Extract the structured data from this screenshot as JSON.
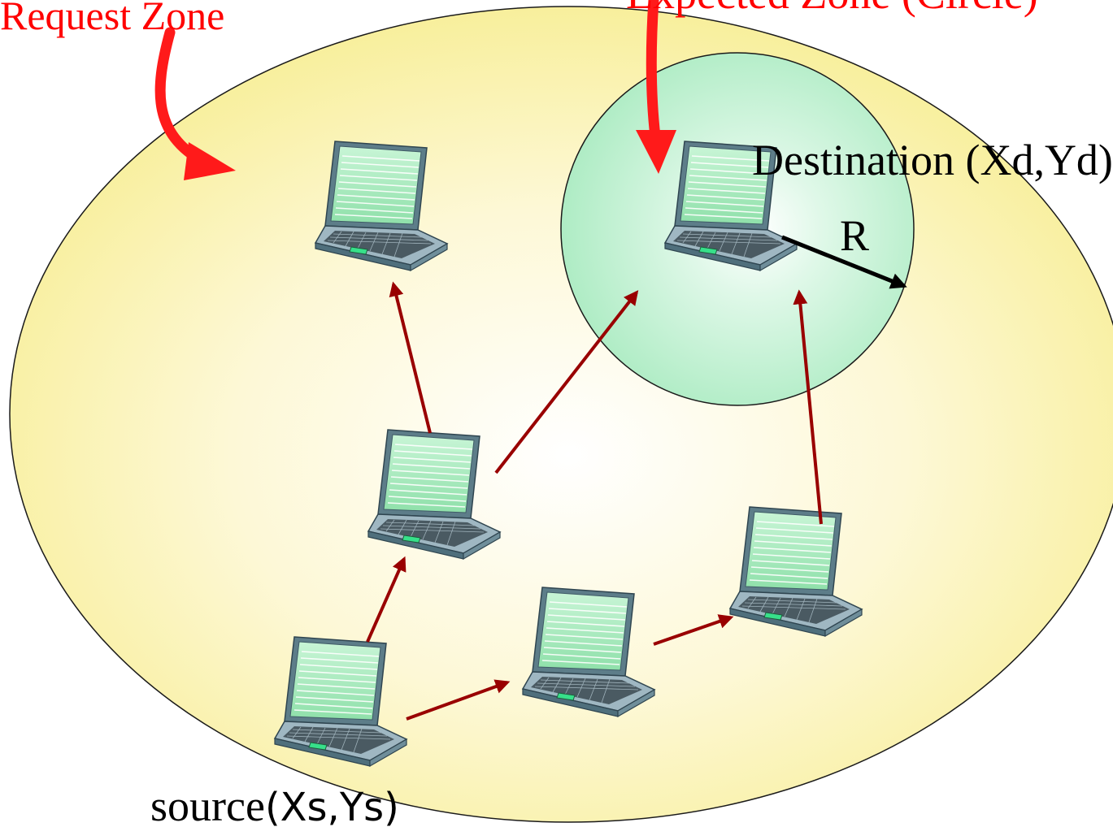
{
  "labels": {
    "request_zone": "Request Zone",
    "expected_zone": "Expected Zone (Circle)",
    "destination": "Destination (Xd,Yd)",
    "radius": "R",
    "source_word": "source",
    "source_coords": "(Xs,Ys)"
  },
  "colors": {
    "zone_fill": "#fbf3a8",
    "expected_fill": "#b9efcc",
    "callout_arrow": "#ff1a1a",
    "route_arrow": "#990000",
    "label_red": "#ff0000"
  },
  "nodes": [
    {
      "id": "source",
      "icon": "laptop-icon"
    },
    {
      "id": "middle",
      "icon": "laptop-icon"
    },
    {
      "id": "top-left",
      "icon": "laptop-icon"
    },
    {
      "id": "bottom-center",
      "icon": "laptop-icon"
    },
    {
      "id": "right",
      "icon": "laptop-icon"
    },
    {
      "id": "destination",
      "icon": "laptop-icon"
    }
  ],
  "edges": [
    {
      "from": "source",
      "to": "middle"
    },
    {
      "from": "source",
      "to": "bottom-center"
    },
    {
      "from": "middle",
      "to": "top-left"
    },
    {
      "from": "middle",
      "to": "destination"
    },
    {
      "from": "bottom-center",
      "to": "right"
    },
    {
      "from": "right",
      "to": "destination"
    }
  ]
}
